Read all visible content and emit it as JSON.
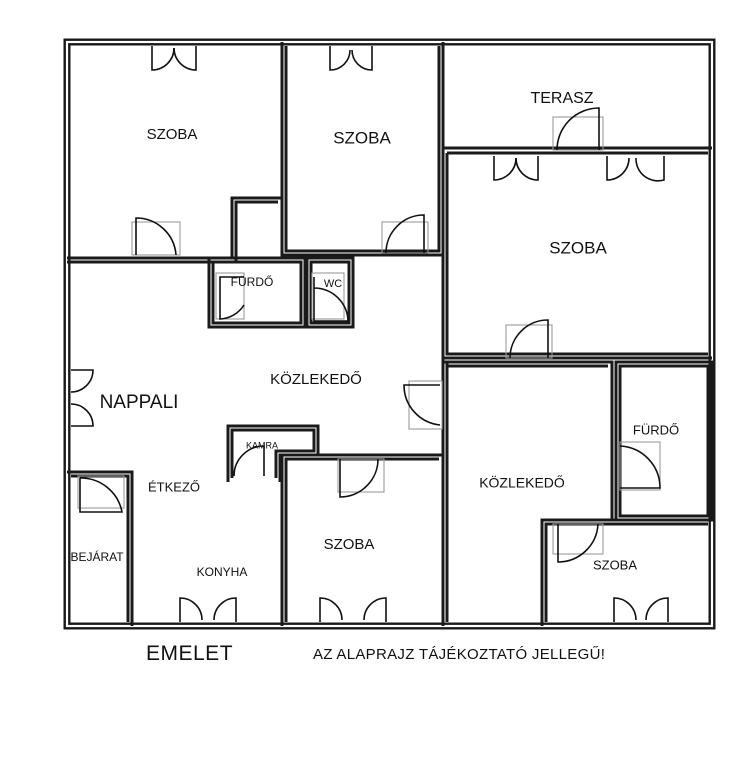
{
  "plan": {
    "floor_caption": "EMELET",
    "notice_caption": "AZ ALAPRAJZ TÁJÉKOZTATÓ JELLEGŰ!",
    "rooms": {
      "szoba_1": "SZOBA",
      "szoba_2": "SZOBA",
      "terasz": "TERASZ",
      "szoba_3": "SZOBA",
      "furdo_1": "FÜRDŐ",
      "wc": "WC",
      "kozlekedo_1": "KÖZLEKEDŐ",
      "nappali": "NAPPALI",
      "kamra": "KAMRA",
      "etkezo": "ÉTKEZŐ",
      "bejarat": "BEJÁRAT",
      "konyha": "KONYHA",
      "szoba_4": "SZOBA",
      "kozlekedo_2": "KÖZLEKEDŐ",
      "furdo_2": "FÜRDŐ",
      "szoba_5": "SZOBA"
    },
    "colors": {
      "wall": "#1a1a1a",
      "door": "#111111",
      "door_frame": "#9a9a9a",
      "background": "#ffffff"
    }
  }
}
